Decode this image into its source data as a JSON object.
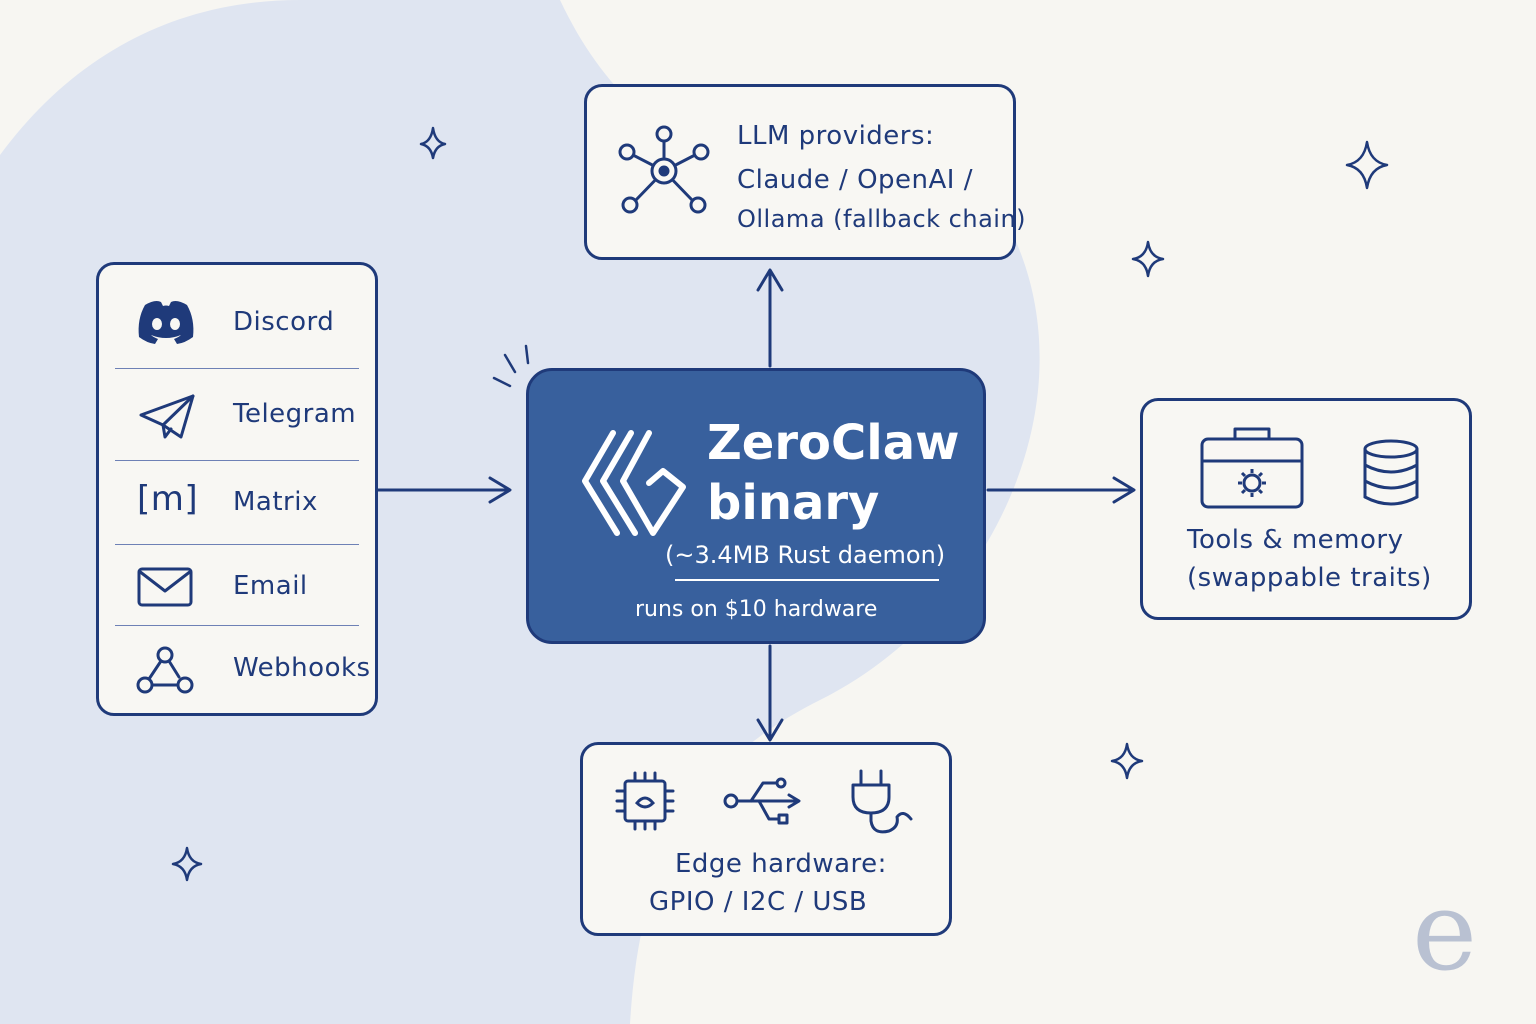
{
  "channels": [
    {
      "label": "Discord",
      "icon": "discord-icon"
    },
    {
      "label": "Telegram",
      "icon": "telegram-icon"
    },
    {
      "label": "Matrix",
      "icon": "matrix-icon",
      "glyph": "[m]"
    },
    {
      "label": "Email",
      "icon": "email-icon"
    },
    {
      "label": "Webhooks",
      "icon": "webhooks-icon"
    }
  ],
  "llm": {
    "lines": [
      "LLM providers:",
      "Claude / OpenAI /",
      "Ollama (fallback chain)"
    ],
    "icon": "network-hub-icon"
  },
  "core": {
    "title_line1": "ZeroClaw",
    "title_line2": "binary",
    "subtitle": "(~3.4MB Rust daemon)",
    "tagline": "runs on $10 hardware",
    "icon": "zeroclaw-logo-icon"
  },
  "tools": {
    "lines": [
      "Tools & memory",
      "(swappable traits)"
    ],
    "icons": [
      "toolbox-icon",
      "database-icon"
    ]
  },
  "edge": {
    "lines": [
      "Edge hardware:",
      "GPIO / I2C / USB"
    ],
    "icons": [
      "chip-icon",
      "usb-icon",
      "plug-icon"
    ]
  },
  "watermark": "e",
  "colors": {
    "ink": "#1f3a7a",
    "core_fill": "#38609d",
    "blob": "#dfe5f1",
    "background": "#f7f6f2",
    "watermark": "#b9c1d2"
  }
}
